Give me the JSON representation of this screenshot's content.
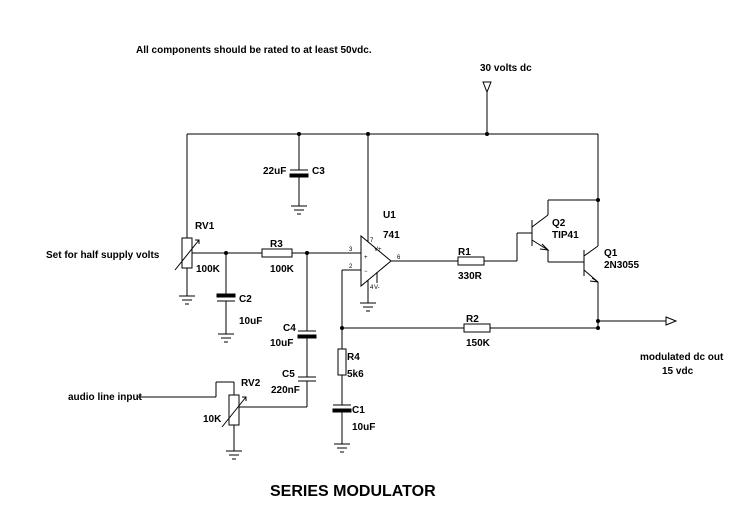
{
  "notes": {
    "rating": "All components should be rated to at least 50vdc.",
    "supply": "30 volts dc",
    "half_supply": "Set for half supply volts",
    "audio_input": "audio line input",
    "output_line1": "modulated dc out",
    "output_line2": "15 vdc"
  },
  "title": "SERIES MODULATOR",
  "components": {
    "rv1": {
      "ref": "RV1",
      "value": "100K"
    },
    "rv2": {
      "ref": "RV2",
      "value": "10K"
    },
    "r1": {
      "ref": "R1",
      "value": "330R"
    },
    "r2": {
      "ref": "R2",
      "value": "150K"
    },
    "r3": {
      "ref": "R3",
      "value": "100K"
    },
    "r4": {
      "ref": "R4",
      "value": "5k6"
    },
    "c1": {
      "ref": "C1",
      "value": "10uF"
    },
    "c2": {
      "ref": "C2",
      "value": "10uF"
    },
    "c3": {
      "ref": "C3",
      "value": "22uF"
    },
    "c4": {
      "ref": "C4",
      "value": "10uF"
    },
    "c5": {
      "ref": "C5",
      "value": "220nF"
    },
    "u1": {
      "ref": "U1",
      "value": "741"
    },
    "q1": {
      "ref": "Q1",
      "value": "2N3055"
    },
    "q2": {
      "ref": "Q2",
      "value": "TIP41"
    }
  },
  "pins": {
    "p2": "2",
    "p3": "3",
    "p4": "4",
    "p6": "6",
    "p7": "7",
    "v_minus": "V-",
    "v_plus": "V+",
    "plus": "+",
    "minus": "−"
  }
}
